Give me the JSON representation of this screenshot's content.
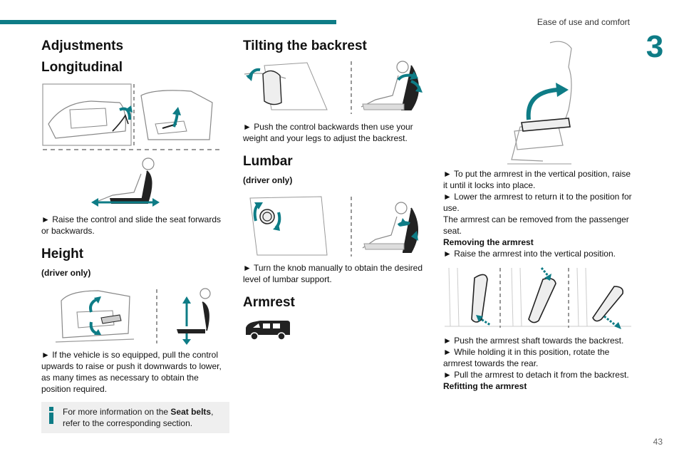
{
  "header": {
    "section": "Ease of use and comfort",
    "chapter": "3"
  },
  "footer": {
    "page": "43"
  },
  "col1": {
    "title": "Adjustments",
    "longitudinal": {
      "heading": "Longitudinal",
      "text": "► Raise the control and slide the seat forwards or backwards."
    },
    "height": {
      "heading": "Height",
      "sub": "(driver only)",
      "text": "► If the vehicle is so equipped, pull the control upwards to raise or push it downwards to lower, as many times as necessary to obtain the position required."
    },
    "note": {
      "before": "For more information on the ",
      "bold": "Seat belts",
      "after": ", refer to the corresponding section."
    }
  },
  "col2": {
    "tilting": {
      "heading": "Tilting the backrest",
      "text": "► Push the control backwards then use your weight and your legs to adjust the backrest."
    },
    "lumbar": {
      "heading": "Lumbar",
      "sub": "(driver only)",
      "text": "► Turn the knob manually to obtain the desired level of lumbar support."
    },
    "armrest": {
      "heading": "Armrest"
    }
  },
  "col3": {
    "line1": "► To put the armrest in the vertical position, raise it until it locks into place.",
    "line2": "► Lower the armrest to return it to the position for use.",
    "line3": "The armrest can be removed from the passenger seat.",
    "removing": "Removing the armrest",
    "line4": "► Raise the armrest into the vertical position.",
    "line5": "► Push the armrest shaft towards the backrest.",
    "line6": "► While holding it in this position, rotate the armrest towards the rear.",
    "line7": "► Pull the armrest to detach it from the backrest.",
    "refitting": "Refitting the armrest"
  },
  "colors": {
    "accent": "#0e7c86",
    "note_bg": "#efefef"
  }
}
